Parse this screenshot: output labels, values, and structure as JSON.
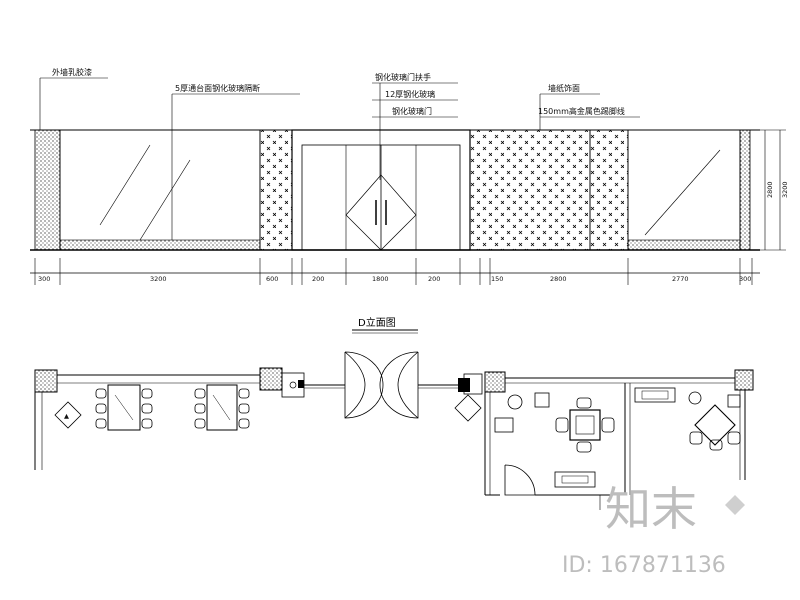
{
  "elevation": {
    "title": "D立面图",
    "annotations": [
      "外墙乳胶漆",
      "5厚通台面钢化玻璃隔断",
      "钢化玻璃门扶手",
      "12厚钢化玻璃",
      "钢化玻璃门",
      "墙纸饰面",
      "150mm高金属色踢脚线"
    ],
    "dimensions": [
      "300",
      "3200",
      "600",
      "200",
      "1800",
      "200",
      "150",
      "2800",
      "2770",
      "300"
    ],
    "height_dims": [
      "2800",
      "3200"
    ]
  },
  "watermark": {
    "logo_text": "知末",
    "id_text": "ID: 167871136"
  }
}
